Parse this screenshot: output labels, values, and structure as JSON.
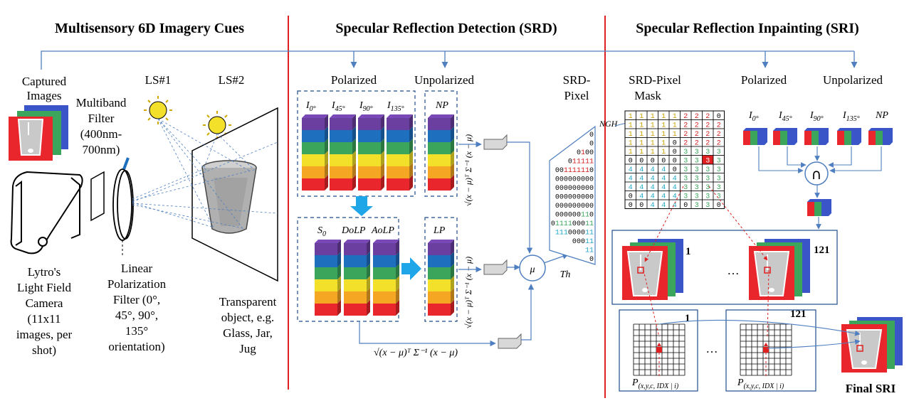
{
  "sections": {
    "mic": "Multisensory 6D Imagery Cues",
    "srd": "Specular Reflection Detection (SRD)",
    "sri": "Specular Reflection Inpainting (SRI)"
  },
  "mic": {
    "captured": [
      "Captured",
      "Images"
    ],
    "filter": [
      "Multiband",
      "Filter",
      "(400nm-",
      "700nm)"
    ],
    "ls1": "LS#1",
    "ls2": "LS#2",
    "camera": [
      "Lytro's",
      "Light Field",
      "Camera",
      "(11x11",
      "images, per",
      "shot)"
    ],
    "polfilter": [
      "Linear",
      "Polarization",
      "Filter (0°,",
      "45°, 90°,",
      "135°",
      "orientation)"
    ],
    "object": [
      "Transparent",
      "object, e.g.",
      "Glass, Jar,",
      "Jug"
    ]
  },
  "srd": {
    "polarized": "Polarized",
    "unpolarized": "Unpolarized",
    "i0": "I",
    "i0sub": "0°",
    "i45": "I",
    "i45sub": "45°",
    "i90": "I",
    "i90sub": "90°",
    "i135": "I",
    "i135sub": "135°",
    "np": "NP",
    "s0": "S",
    "s0sub": "0",
    "dolp": "DoLP",
    "aolp": "AoLP",
    "lp": "LP",
    "mahal": "√(x − μ)ᵀ Σ⁻¹ (x − μ)",
    "mu": "μ",
    "th": "Th",
    "srdpixel": [
      "SRD-",
      "Pixel"
    ],
    "bits": [
      "0",
      "0",
      "0100",
      "011111",
      "001111110",
      "000000000",
      "000000000",
      "000000000",
      "000000000",
      "000000110",
      "0111100011",
      "111000011",
      "00011",
      "11",
      "0"
    ]
  },
  "sri": {
    "mask": [
      "SRD-Pixel",
      "Mask"
    ],
    "ngh": "NGH",
    "polarized": "Polarized",
    "unpolarized": "Unpolarized",
    "labels": [
      "I",
      "I",
      "I",
      "I",
      "NP"
    ],
    "subs": [
      "0°",
      "45°",
      "90°",
      "135°",
      ""
    ],
    "intersect": "∩",
    "n1": "1",
    "n121": "121",
    "dots": "…",
    "p": "P",
    "psub": "(x,y,c, IDX | i)",
    "final": "Final SRI",
    "mask_rows": [
      [
        "1",
        "1",
        "1",
        "1",
        "1",
        "2",
        "2",
        "2",
        "0"
      ],
      [
        "1",
        "1",
        "1",
        "1",
        "1",
        "2",
        "2",
        "2",
        "2"
      ],
      [
        "1",
        "1",
        "1",
        "1",
        "1",
        "2",
        "2",
        "2",
        "2"
      ],
      [
        "1",
        "1",
        "1",
        "1",
        "0",
        "2",
        "2",
        "2",
        "2"
      ],
      [
        "1",
        "1",
        "1",
        "1",
        "0",
        "3",
        "3",
        "3",
        "3"
      ],
      [
        "0",
        "0",
        "0",
        "0",
        "0",
        "3",
        "3",
        "3",
        "3"
      ],
      [
        "4",
        "4",
        "4",
        "4",
        "0",
        "3",
        "3",
        "3",
        "3"
      ],
      [
        "4",
        "4",
        "4",
        "4",
        "4",
        "3",
        "3",
        "3",
        "3"
      ],
      [
        "4",
        "4",
        "4",
        "4",
        "4",
        "3",
        "3",
        "3",
        "3"
      ],
      [
        "0",
        "4",
        "4",
        "4",
        "4",
        "3",
        "3",
        "3",
        "3"
      ],
      [
        "0",
        "0",
        "4",
        "4",
        "4",
        "0",
        "3",
        "3",
        "0"
      ]
    ]
  },
  "colors": {
    "divider": "#e02020",
    "arrow": "#4f7fc0",
    "stack": [
      "#e8262b",
      "#f5a623",
      "#f2e02a",
      "#3ba55c",
      "#1f6fbf",
      "#6b3fa0"
    ],
    "slab_red": "#e8262b",
    "slab_green": "#3ba55c",
    "slab_blue": "#3a55c8"
  }
}
